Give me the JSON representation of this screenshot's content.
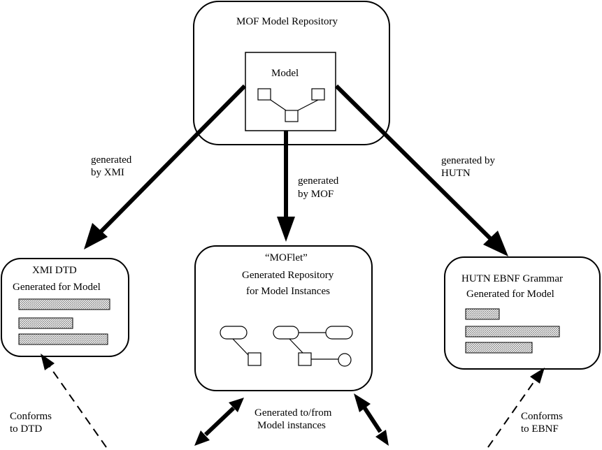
{
  "repository": {
    "title": "MOF Model Repository",
    "model_label": "Model"
  },
  "left_box": {
    "line1": "XMI DTD",
    "line2": "Generated for Model"
  },
  "center_box": {
    "line1": "“MOFlet”",
    "line2": "Generated Repository",
    "line3": "for Model Instances"
  },
  "right_box": {
    "line1": "HUTN EBNF Grammar",
    "line2": "Generated for Model"
  },
  "edges": {
    "xmi": [
      "generated",
      "by XMI"
    ],
    "mof": [
      "generated",
      "by MOF"
    ],
    "hutn": [
      "generated by",
      "HUTN"
    ]
  },
  "bottom": {
    "conforms_dtd": [
      "Conforms",
      "to DTD"
    ],
    "instances": [
      "Generated to/from",
      "Model instances"
    ],
    "conforms_ebnf": [
      "Conforms",
      "to EBNF"
    ]
  },
  "colors": {
    "stroke": "#000000",
    "hatch": "#9a9a9a",
    "background": "#ffffff"
  }
}
